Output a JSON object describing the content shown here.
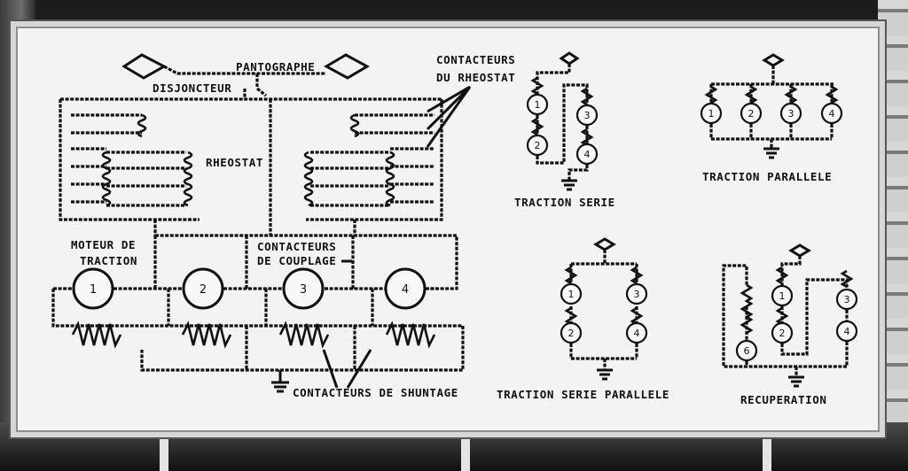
{
  "labels": {
    "pantograph": "PANTOGRAPHE",
    "breaker": "DISJONCTEUR",
    "rheostat": "RHEOSTAT",
    "rheostat_contactors_l1": "CONTACTEURS",
    "rheostat_contactors_l2": "DU RHEOSTAT",
    "traction_motor_l1": "MOTEUR DE",
    "traction_motor_l2": "TRACTION",
    "coupling_contactors_l1": "CONTACTEURS",
    "coupling_contactors_l2": "DE COUPLAGE",
    "shunt_contactors": "CONTACTEURS DE SHUNTAGE"
  },
  "motors_main": [
    "1",
    "2",
    "3",
    "4"
  ],
  "schemes": {
    "serie": {
      "caption": "TRACTION SERIE",
      "motors": [
        "1",
        "2",
        "3",
        "4"
      ]
    },
    "parallele": {
      "caption": "TRACTION PARALLELE",
      "motors": [
        "1",
        "2",
        "3",
        "4"
      ]
    },
    "serie_parallele": {
      "caption": "TRACTION SERIE PARALLELE",
      "motors": [
        "1",
        "2",
        "3",
        "4"
      ]
    },
    "recuperation": {
      "caption": "RECUPERATION",
      "motors": [
        "6",
        "1",
        "2",
        "3",
        "4"
      ]
    }
  }
}
